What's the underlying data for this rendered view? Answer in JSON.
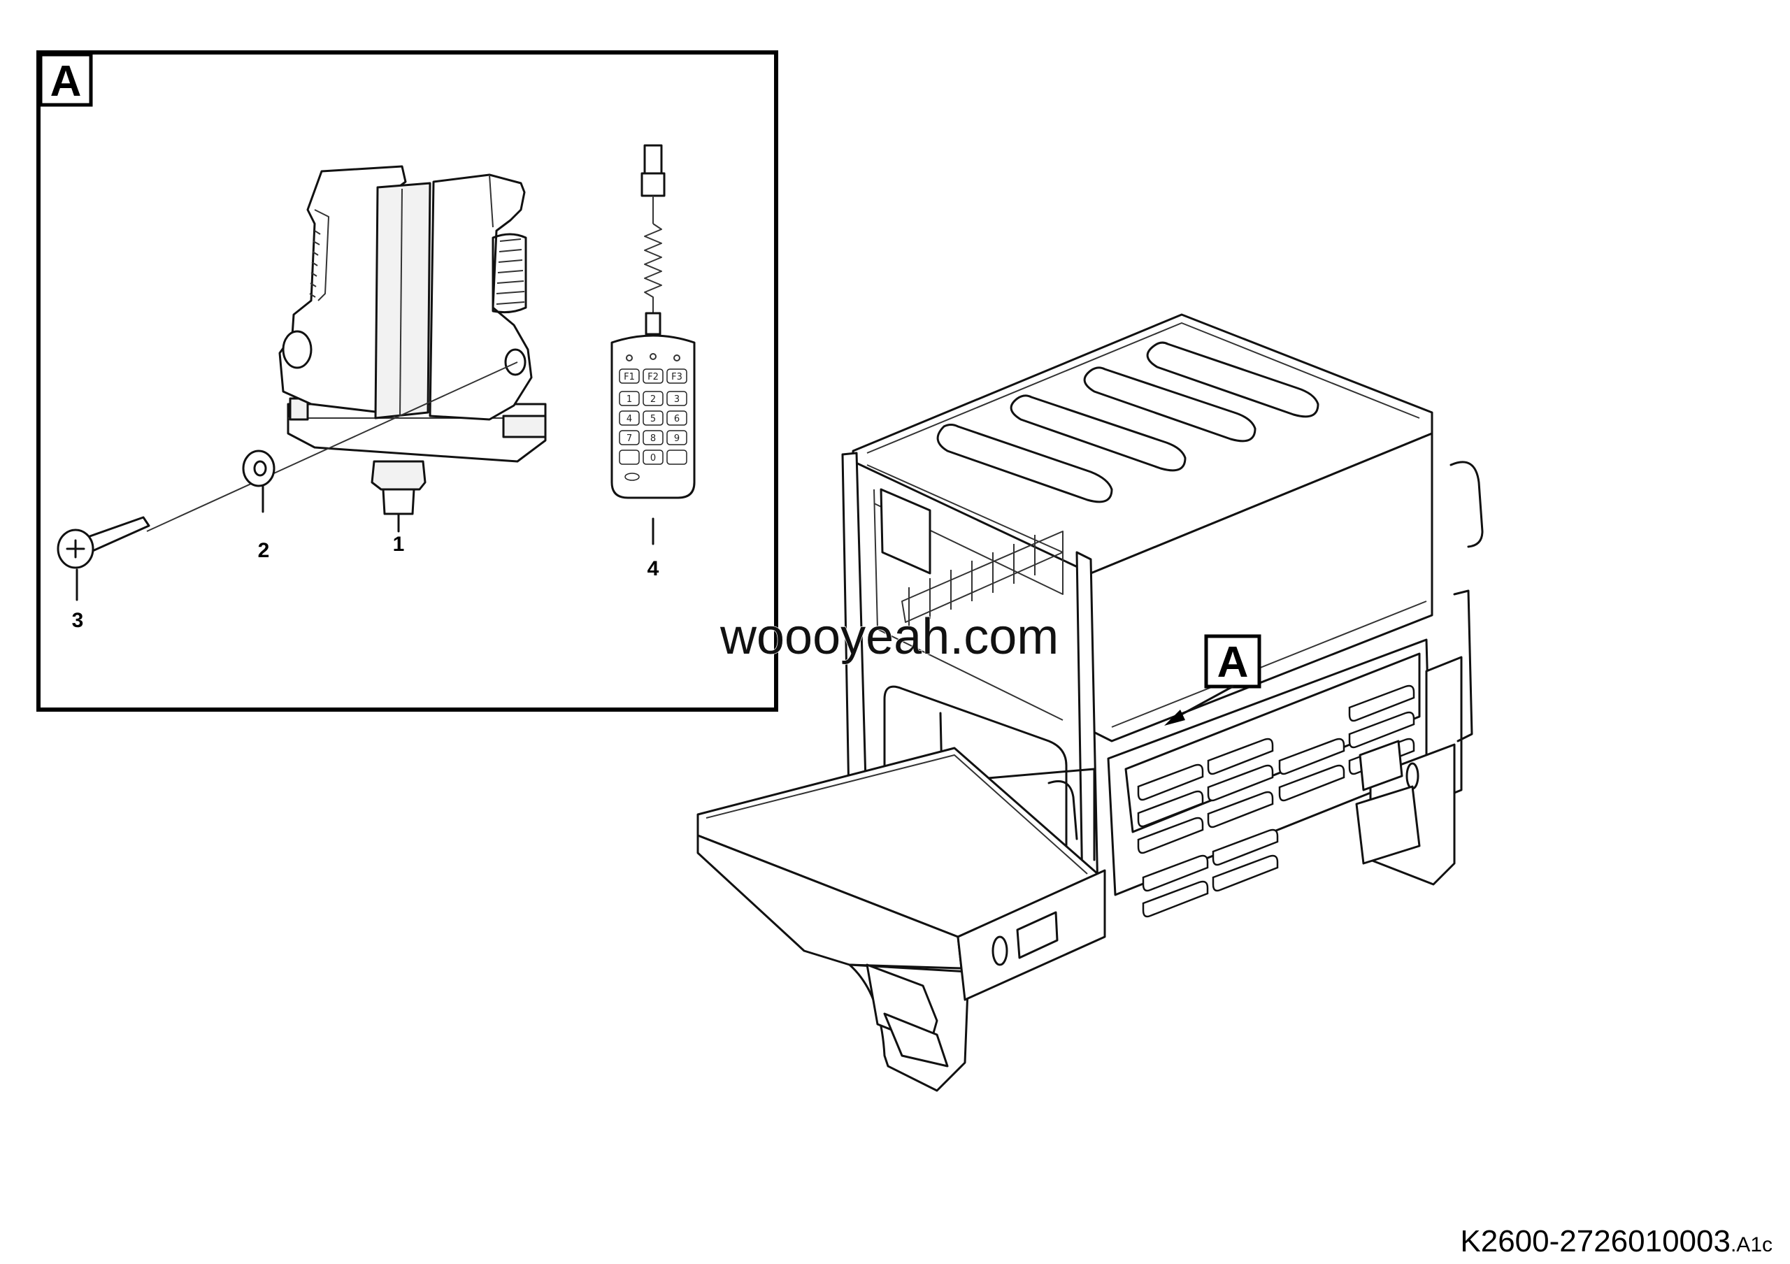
{
  "detail_view": {
    "label": "A",
    "callouts": [
      "1",
      "2",
      "3",
      "4"
    ]
  },
  "remote": {
    "function_keys": [
      "F1",
      "F2",
      "F3"
    ],
    "number_keys": [
      "1",
      "2",
      "3",
      "4",
      "5",
      "6",
      "7",
      "8",
      "9",
      "0"
    ]
  },
  "main_view": {
    "pointer_label": "A"
  },
  "watermark": "woooyeah.com",
  "drawing_code": {
    "main": "K2600-2726010003",
    "suffix": ".A1c"
  }
}
